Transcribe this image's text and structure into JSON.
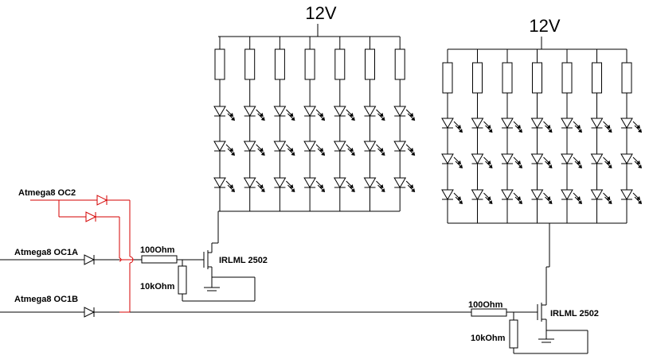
{
  "supply_labels": {
    "left": "12V",
    "right": "12V"
  },
  "inputs": {
    "oc2": "Atmega8 OC2",
    "oc1a": "Atmega8 OC1A",
    "oc1b": "Atmega8 OC1B"
  },
  "left_driver": {
    "gate_resistor": "100Ohm",
    "pulldown_resistor": "10kOhm",
    "mosfet": "IRLML 2502"
  },
  "right_driver": {
    "gate_resistor": "100Ohm",
    "pulldown_resistor": "10kOhm",
    "mosfet": "IRLML 2502"
  },
  "led_array": {
    "columns": 7,
    "leds_per_column": 3
  },
  "colors": {
    "wire": "#000000",
    "added_wiring": "#d40000"
  }
}
